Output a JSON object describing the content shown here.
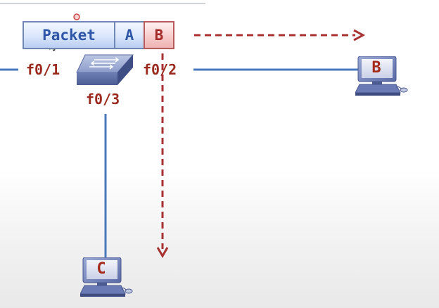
{
  "packet": {
    "payload": "Packet",
    "source": "A",
    "destination": "B"
  },
  "ports": {
    "f01": "f0/1",
    "f02": "f0/2",
    "f03": "f0/3"
  },
  "hosts": {
    "b": "B",
    "c": "C"
  },
  "icons": {
    "switch": "network-switch-icon",
    "host": "computer-workstation-icon",
    "cursor": "mouse-pointer-icon"
  },
  "colors": {
    "link": "#4a78bd",
    "flood": "#a83232",
    "label": "#9b2a1f",
    "packet": "#2f55a6"
  }
}
